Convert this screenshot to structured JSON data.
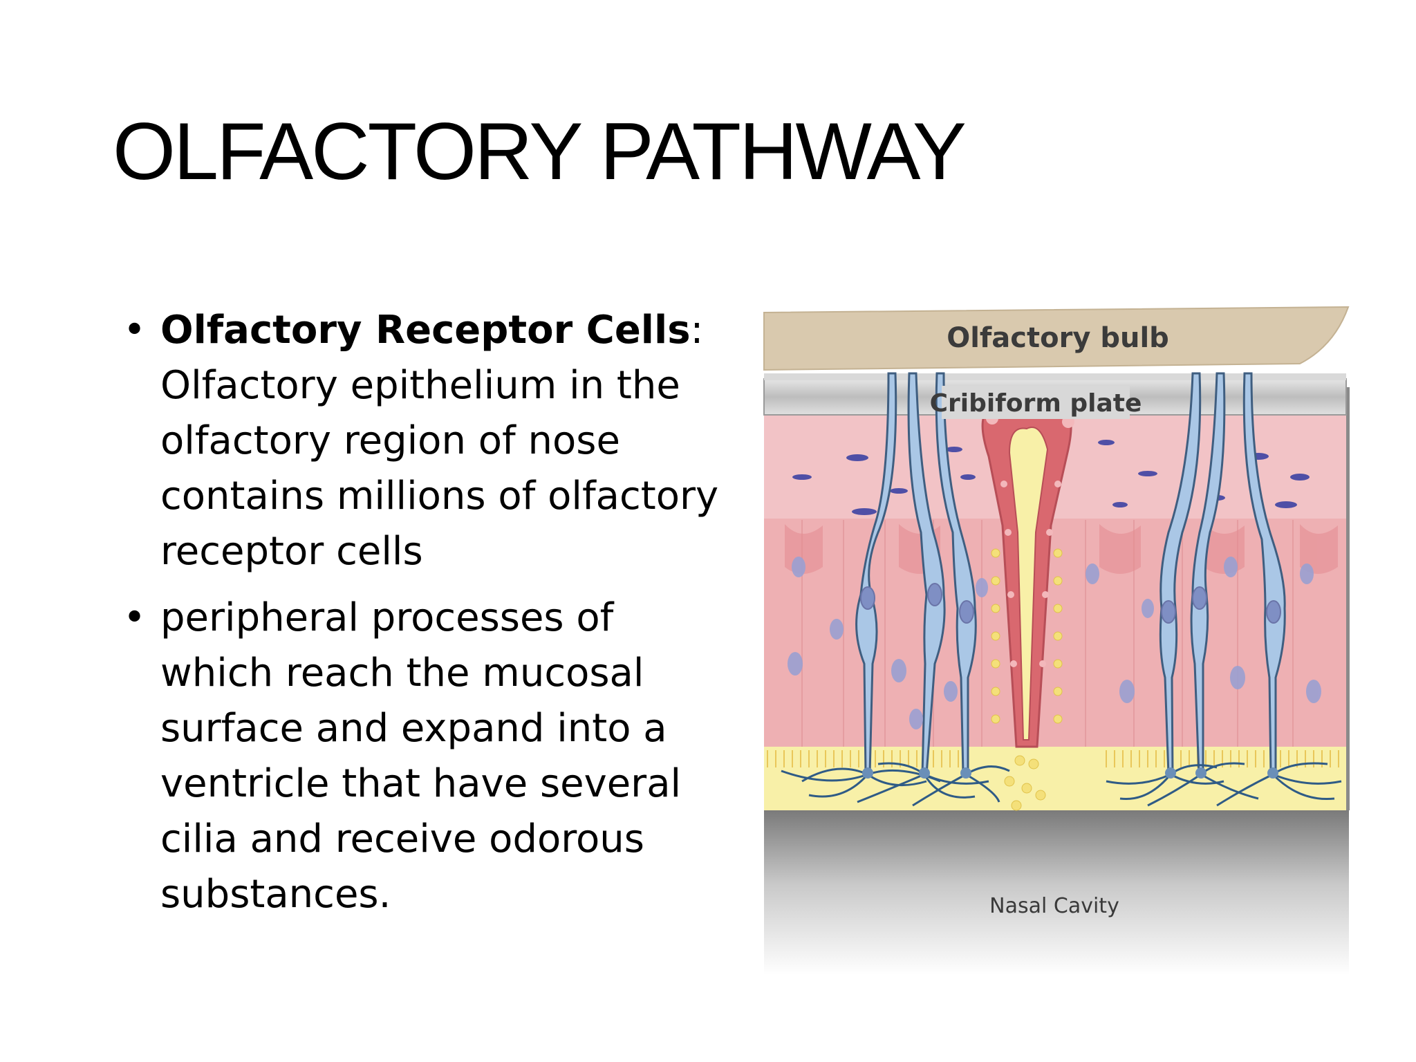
{
  "slide": {
    "title": "OLFACTORY PATHWAY",
    "bullets": [
      {
        "bold": "Olfactory Receptor Cells",
        "punct": ":",
        "text": " Olfactory epithelium in the olfactory region of nose contains millions of olfactory receptor cells"
      },
      {
        "bold": "",
        "punct": "",
        "text": "peripheral processes of which reach the mucosal surface and expand into a ventricle that have several cilia and receive odorous substances."
      }
    ]
  },
  "figure": {
    "labels": {
      "olfactory_bulb": "Olfactory bulb",
      "cribiform_plate": "Cribiform plate",
      "nasal_cavity": "Nasal Cavity"
    },
    "colors": {
      "bulb": "#d8c8ad",
      "plate": "#cfcfcf",
      "lamina": "#f1c0c3",
      "epithelium": "#eeb1b3",
      "neuron": "#a9c6e6",
      "axon_outline": "#3f5e80",
      "nucleus": "#8d97c9",
      "gland": "#d9686f",
      "mucus": "#f7ef9f",
      "cilia": "#2f5b86"
    }
  }
}
